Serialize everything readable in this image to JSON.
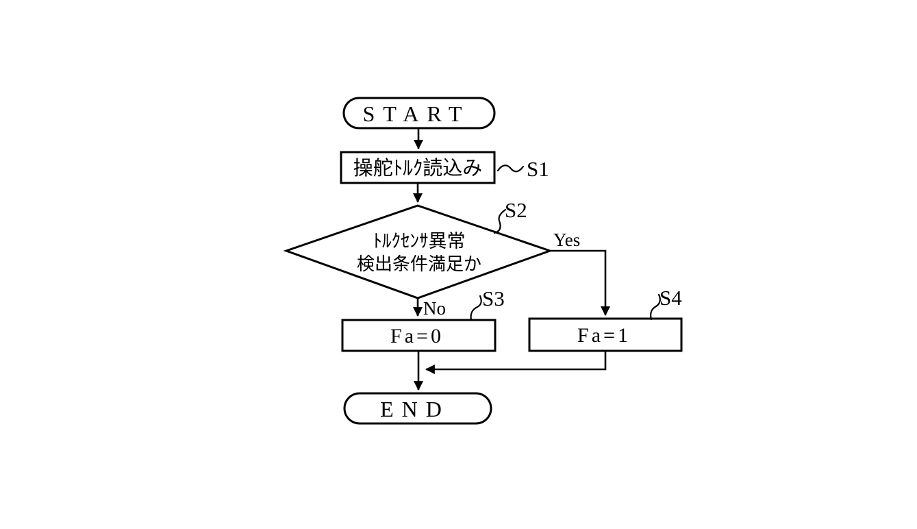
{
  "figure": {
    "background_color": "#ffffff",
    "line_color": "#000000",
    "type": "flowchart"
  },
  "flowchart": {
    "nodes": {
      "start": {
        "type": "terminator",
        "label": "START"
      },
      "s1": {
        "type": "process",
        "step": "S1",
        "label": "操舵ﾄﾙｸ読込み"
      },
      "s2": {
        "type": "decision",
        "step": "S2",
        "label_line1": "ﾄﾙｸｾﾝｻ異常",
        "label_line2": "検出条件満足か"
      },
      "s3": {
        "type": "process",
        "step": "S3",
        "label": "Fa=0"
      },
      "s4": {
        "type": "process",
        "step": "S4",
        "label": "Fa=1"
      },
      "end": {
        "type": "terminator",
        "label": "END"
      }
    },
    "branch_labels": {
      "yes": "Yes",
      "no": "No"
    },
    "edges": [
      {
        "from": "start",
        "to": "s1"
      },
      {
        "from": "s1",
        "to": "s2"
      },
      {
        "from": "s2",
        "to": "s3",
        "label": "No"
      },
      {
        "from": "s2",
        "to": "s4",
        "label": "Yes"
      },
      {
        "from": "s3",
        "to": "end"
      },
      {
        "from": "s4",
        "to": "end"
      }
    ]
  }
}
